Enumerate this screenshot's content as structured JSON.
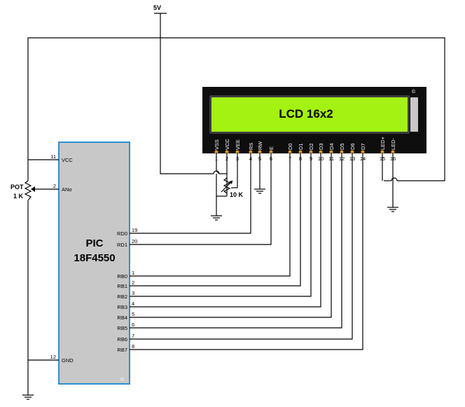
{
  "power": {
    "label": "5V"
  },
  "lcd": {
    "text": "LCD 16x2",
    "mark": "©",
    "pins": [
      {
        "num": "1",
        "name": "VSS"
      },
      {
        "num": "2",
        "name": "VCC"
      },
      {
        "num": "3",
        "name": "VEE"
      },
      {
        "num": "4",
        "name": "RS"
      },
      {
        "num": "5",
        "name": "RW"
      },
      {
        "num": "6",
        "name": "E"
      },
      {
        "num": "7",
        "name": "D0"
      },
      {
        "num": "8",
        "name": "D1"
      },
      {
        "num": "9",
        "name": "D2"
      },
      {
        "num": "10",
        "name": "D3"
      },
      {
        "num": "11",
        "name": "D4"
      },
      {
        "num": "12",
        "name": "D5"
      },
      {
        "num": "13",
        "name": "D6"
      },
      {
        "num": "14",
        "name": "D7"
      },
      {
        "num": "15",
        "name": "LED+"
      },
      {
        "num": "16",
        "name": "LED-"
      }
    ]
  },
  "mcu": {
    "name_line1": "PIC",
    "name_line2": "18F4550",
    "mark": "©",
    "left_pins": [
      {
        "num": "11",
        "name": "VCC"
      },
      {
        "num": "2",
        "name": "ANo"
      },
      {
        "num": "12",
        "name": "GND"
      }
    ],
    "right_pins": [
      {
        "num": "19",
        "name": "RD0"
      },
      {
        "num": "20",
        "name": "RD1"
      },
      {
        "num": "1",
        "name": "RB0"
      },
      {
        "num": "2",
        "name": "RB1"
      },
      {
        "num": "3",
        "name": "RB2"
      },
      {
        "num": "4",
        "name": "RB3"
      },
      {
        "num": "5",
        "name": "RB4"
      },
      {
        "num": "6",
        "name": "RB5"
      },
      {
        "num": "7",
        "name": "RB6"
      },
      {
        "num": "8",
        "name": "RB7"
      }
    ]
  },
  "pot": {
    "label_line1": "POT",
    "label_line2": "1 K"
  },
  "trimmer": {
    "label": "10 K"
  },
  "colors": {
    "lcd_body": "#0e0e0e",
    "lcd_screen": "#a3f212",
    "lcd_frame": "#3e3e3e",
    "lcd_backlight": "#c8c8c8",
    "mcu_fill": "#c8c8c8",
    "mcu_border": "#2e8fd1",
    "pin_pad": "#e09a2a"
  }
}
